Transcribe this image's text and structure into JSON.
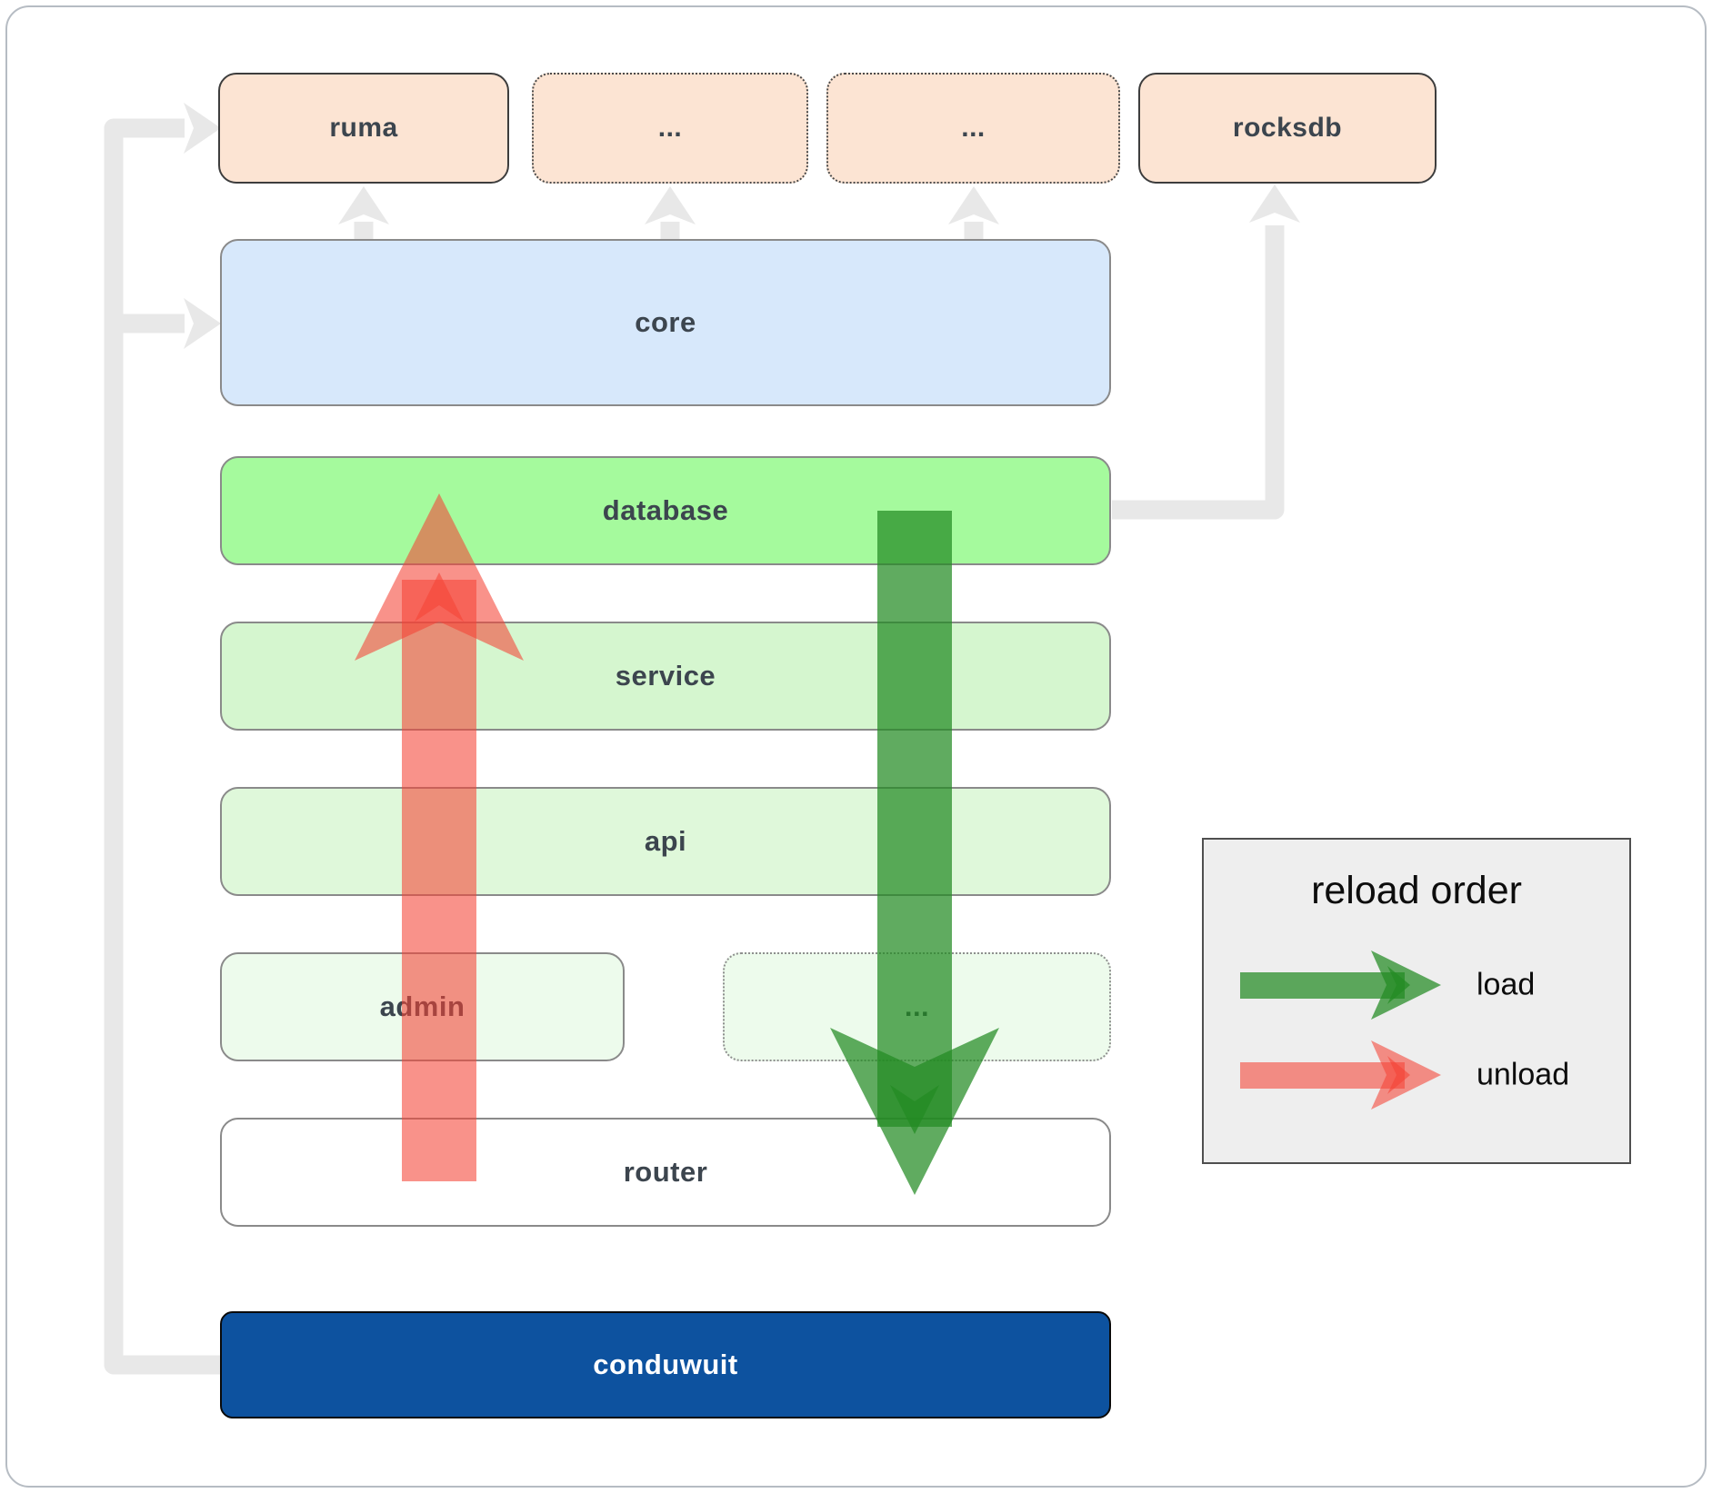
{
  "top_row": {
    "boxes": [
      {
        "label": "ruma",
        "border": "solid"
      },
      {
        "label": "...",
        "border": "dotted"
      },
      {
        "label": "...",
        "border": "dotted"
      },
      {
        "label": "rocksdb",
        "border": "solid"
      }
    ]
  },
  "layers": {
    "core": {
      "label": "core"
    },
    "database": {
      "label": "database"
    },
    "service": {
      "label": "service"
    },
    "api": {
      "label": "api"
    },
    "router": {
      "label": "router"
    }
  },
  "modules_row": {
    "admin": {
      "label": "admin"
    },
    "more": {
      "label": "..."
    }
  },
  "app": {
    "label": "conduwuit"
  },
  "legend": {
    "title": "reload order",
    "items": [
      {
        "label": "load",
        "color": "#228b22"
      },
      {
        "label": "unload",
        "color": "#f44336"
      }
    ]
  },
  "palette": {
    "top_box_fill": "#fce4d3",
    "core_fill": "#d7e8fb",
    "database_fill": "#a5fa9d",
    "service_fill": "#d5f6cf",
    "api_fill": "#dff8da",
    "module_fill": "#edfbec",
    "router_fill": "#ffffff",
    "app_fill": "#0d529f",
    "connector_gray": "#e8e8e8",
    "load_green": "#228b22",
    "unload_red": "#f44336"
  }
}
